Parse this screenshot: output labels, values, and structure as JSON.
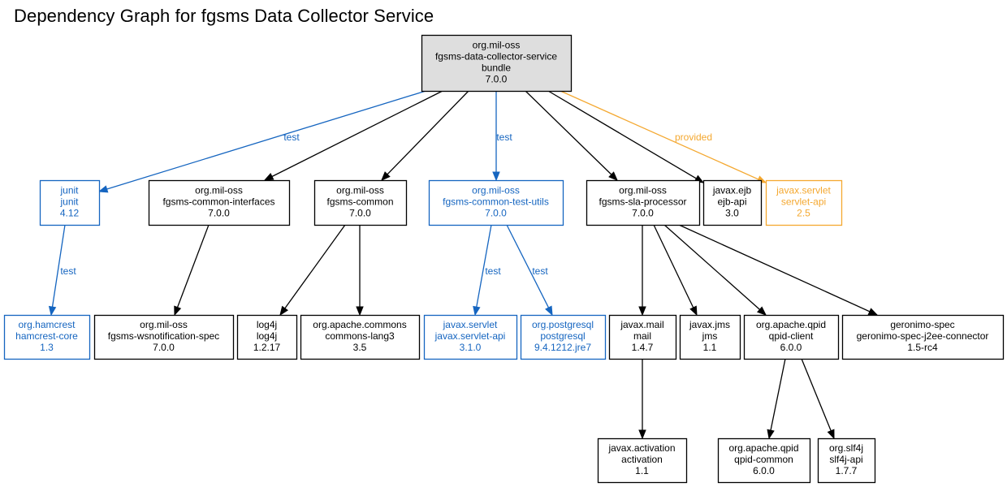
{
  "title": "Dependency Graph for fgsms Data Collector Service",
  "colors": {
    "compile": "#000000",
    "test": "#1565c0",
    "provided": "#f4a830",
    "root_fill": "#dedede"
  },
  "nodes": [
    {
      "id": "root",
      "scope": "root",
      "lines": [
        "org.mil-oss",
        "fgsms-data-collector-service",
        "bundle",
        "7.0.0"
      ]
    },
    {
      "id": "junit",
      "scope": "test",
      "lines": [
        "junit",
        "junit",
        "4.12"
      ]
    },
    {
      "id": "common-interfaces",
      "scope": "compile",
      "lines": [
        "org.mil-oss",
        "fgsms-common-interfaces",
        "7.0.0"
      ]
    },
    {
      "id": "common",
      "scope": "compile",
      "lines": [
        "org.mil-oss",
        "fgsms-common",
        "7.0.0"
      ]
    },
    {
      "id": "common-test-utils",
      "scope": "test",
      "lines": [
        "org.mil-oss",
        "fgsms-common-test-utils",
        "7.0.0"
      ]
    },
    {
      "id": "sla-processor",
      "scope": "compile",
      "lines": [
        "org.mil-oss",
        "fgsms-sla-processor",
        "7.0.0"
      ]
    },
    {
      "id": "ejb-api",
      "scope": "compile",
      "lines": [
        "javax.ejb",
        "ejb-api",
        "3.0"
      ]
    },
    {
      "id": "servlet-api",
      "scope": "provided",
      "lines": [
        "javax.servlet",
        "servlet-api",
        "2.5"
      ]
    },
    {
      "id": "hamcrest",
      "scope": "test",
      "lines": [
        "org.hamcrest",
        "hamcrest-core",
        "1.3"
      ]
    },
    {
      "id": "wsnotification",
      "scope": "compile",
      "lines": [
        "org.mil-oss",
        "fgsms-wsnotification-spec",
        "7.0.0"
      ]
    },
    {
      "id": "log4j",
      "scope": "compile",
      "lines": [
        "log4j",
        "log4j",
        "1.2.17"
      ]
    },
    {
      "id": "commons-lang3",
      "scope": "compile",
      "lines": [
        "org.apache.commons",
        "commons-lang3",
        "3.5"
      ]
    },
    {
      "id": "javax-servlet-api",
      "scope": "test",
      "lines": [
        "javax.servlet",
        "javax.servlet-api",
        "3.1.0"
      ]
    },
    {
      "id": "postgresql",
      "scope": "test",
      "lines": [
        "org.postgresql",
        "postgresql",
        "9.4.1212.jre7"
      ]
    },
    {
      "id": "mail",
      "scope": "compile",
      "lines": [
        "javax.mail",
        "mail",
        "1.4.7"
      ]
    },
    {
      "id": "jms",
      "scope": "compile",
      "lines": [
        "javax.jms",
        "jms",
        "1.1"
      ]
    },
    {
      "id": "qpid-client",
      "scope": "compile",
      "lines": [
        "org.apache.qpid",
        "qpid-client",
        "6.0.0"
      ]
    },
    {
      "id": "geronimo",
      "scope": "compile",
      "lines": [
        "geronimo-spec",
        "geronimo-spec-j2ee-connector",
        "1.5-rc4"
      ]
    },
    {
      "id": "activation",
      "scope": "compile",
      "lines": [
        "javax.activation",
        "activation",
        "1.1"
      ]
    },
    {
      "id": "qpid-common",
      "scope": "compile",
      "lines": [
        "org.apache.qpid",
        "qpid-common",
        "6.0.0"
      ]
    },
    {
      "id": "slf4j",
      "scope": "compile",
      "lines": [
        "org.slf4j",
        "slf4j-api",
        "1.7.7"
      ]
    }
  ],
  "edges": [
    {
      "from": "root",
      "to": "junit",
      "scope": "test",
      "label": "test"
    },
    {
      "from": "root",
      "to": "common-interfaces",
      "scope": "compile",
      "label": ""
    },
    {
      "from": "root",
      "to": "common",
      "scope": "compile",
      "label": ""
    },
    {
      "from": "root",
      "to": "common-test-utils",
      "scope": "test",
      "label": "test"
    },
    {
      "from": "root",
      "to": "sla-processor",
      "scope": "compile",
      "label": ""
    },
    {
      "from": "root",
      "to": "ejb-api",
      "scope": "compile",
      "label": ""
    },
    {
      "from": "root",
      "to": "servlet-api",
      "scope": "provided",
      "label": "provided"
    },
    {
      "from": "junit",
      "to": "hamcrest",
      "scope": "test",
      "label": "test"
    },
    {
      "from": "common-interfaces",
      "to": "wsnotification",
      "scope": "compile",
      "label": ""
    },
    {
      "from": "common",
      "to": "log4j",
      "scope": "compile",
      "label": ""
    },
    {
      "from": "common",
      "to": "commons-lang3",
      "scope": "compile",
      "label": ""
    },
    {
      "from": "common-test-utils",
      "to": "javax-servlet-api",
      "scope": "test",
      "label": "test"
    },
    {
      "from": "common-test-utils",
      "to": "postgresql",
      "scope": "test",
      "label": "test"
    },
    {
      "from": "sla-processor",
      "to": "mail",
      "scope": "compile",
      "label": ""
    },
    {
      "from": "sla-processor",
      "to": "jms",
      "scope": "compile",
      "label": ""
    },
    {
      "from": "sla-processor",
      "to": "qpid-client",
      "scope": "compile",
      "label": ""
    },
    {
      "from": "sla-processor",
      "to": "geronimo",
      "scope": "compile",
      "label": ""
    },
    {
      "from": "mail",
      "to": "activation",
      "scope": "compile",
      "label": ""
    },
    {
      "from": "qpid-client",
      "to": "qpid-common",
      "scope": "compile",
      "label": ""
    },
    {
      "from": "qpid-client",
      "to": "slf4j",
      "scope": "compile",
      "label": ""
    }
  ]
}
